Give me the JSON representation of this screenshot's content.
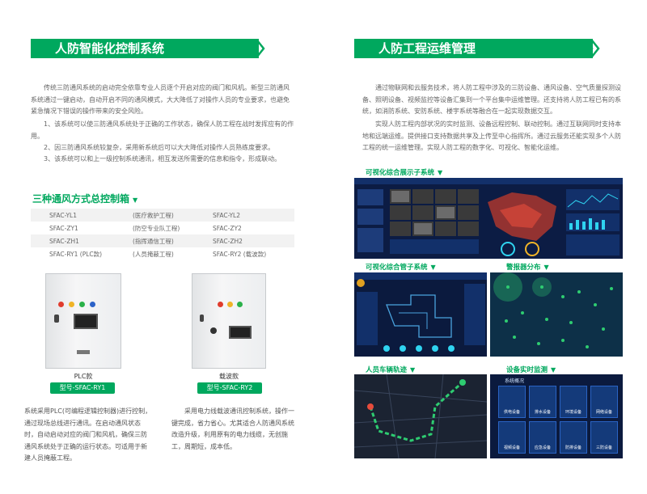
{
  "left": {
    "banner_title": "人防智能化控制系统",
    "intro": "传统三防通风系统的启动完全依靠专业人员逐个开启对应的阀门和风机。新型三防通风系统通过一键启动，自动开启不同的通风模式，大大降低了对操作人员的专业要求，也避免紧急情况下错误的操作带来的安全风险。",
    "points": [
      "1、该系统可以使三防通风系统处于正确的工作状态，确保人防工程在战时发挥应有的作用。",
      "2、因三防通风系统较复杂，采用新系统后可以大大降低对操作人员熟练度要求。",
      "3、该系统可以和上一级控制系统通讯，相互发送所需要的信息和指令，形成联动。"
    ],
    "models_title": "三种通风方式总控制箱",
    "models": [
      [
        "SFAC-YL1",
        "(医疗救护工程)",
        "SFAC-YL2"
      ],
      [
        "SFAC-ZY1",
        "(防空专业队工程)",
        "SFAC-ZY2"
      ],
      [
        "SFAC-ZH1",
        "(指挥通信工程)",
        "SFAC-ZH2"
      ],
      [
        "SFAC-RY1 (PLC款)",
        "(人员掩蔽工程)",
        "SFAC-RY2 (载波款)"
      ]
    ],
    "products": [
      {
        "caption": "PLC款",
        "model": "型号-SFAC-RY1",
        "desc": "系统采用PLC(可编程逻辑控制器)进行控制，通过现场总线进行通讯。在启动通风状态时，自动启动对应的阀门和风机，确保三防通风系统处于正确的运行状态。可适用于新建人员掩蔽工程。"
      },
      {
        "caption": "载波款",
        "model": "型号-SFAC-RY2",
        "desc": "采用电力线载波通讯控制系统，操作一键完成，省力省心。尤其适合人防通风系统改造升级，利用原有的电力线缆，无创施工，周期短，成本低。"
      }
    ]
  },
  "right": {
    "banner_title": "人防工程运维管理",
    "intro": "通过物联网和云服务技术，将人防工程中涉及的三防设备、通风设备、空气质量探测设备、照明设备、视频监控等设备汇集到一个平台集中运维管理。还支持将人防工程已有的系统，如消防系统、安防系统、楼宇系统等融合在一起实现数据交互。",
    "intro2": "实现人防工程内部状况的实时监测、设备远程控制、联动控制。通过互联网同时支持本地和远端运维。提供接口支持数据共享及上传至中心指挥所。通过云服务还能实现多个人防工程的统一运维管理。实现人防工程的数字化、可视化、智能化运维。",
    "panels": {
      "display": "可视化综合展示子系统",
      "manage": "可视化综合管子系统",
      "alarm": "警报器分布",
      "track": "人员车辆轨迹",
      "monitor": "设备实时监测"
    },
    "device_overview": "系统概况",
    "device_labels": [
      "供电设备",
      "排水设备",
      "环境设备",
      "网络设备",
      "视频设备",
      "应急设备",
      "防排设备",
      "三防设备"
    ],
    "tri": "▼"
  },
  "colors": {
    "brand_green": "#00a85e",
    "dark_blue": "#0b1a3a"
  }
}
